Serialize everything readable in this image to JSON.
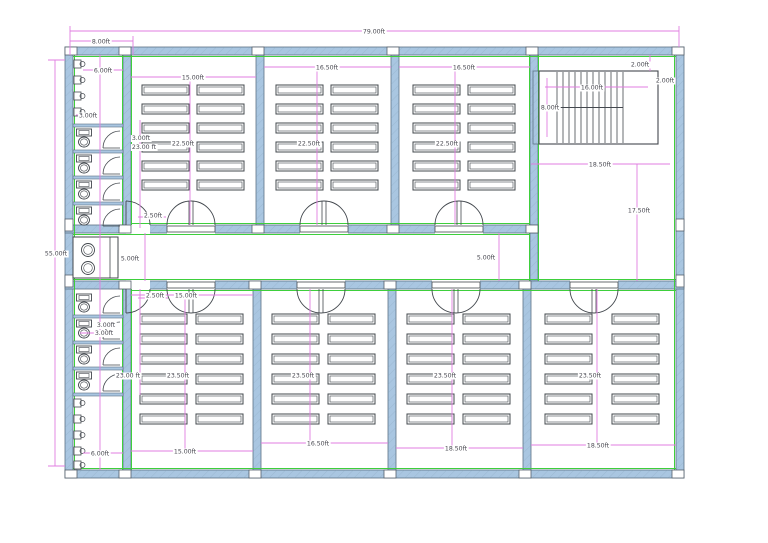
{
  "drawing": {
    "kind": "architectural-floor-plan",
    "unit": "ft"
  },
  "colors": {
    "background": "#ffffff",
    "wall_fill": "#a9c6e1",
    "wall_edge": "#5c7284",
    "dimension_line": "#e07ee0",
    "accent_green": "#3ecf3c",
    "linework": "#43484e",
    "label_text": "#4a4a52"
  },
  "dimensions": {
    "overall_width": "79.00ft",
    "overall_depth": "55.00ft",
    "toilet_top": {
      "block_width": "8.00ft",
      "urinals_width": "6.00ft",
      "urinal_row_depth": "3.00ft",
      "stall_width": "3.00ft",
      "column_height": "23.00 ft",
      "door_width": "2.50ft"
    },
    "top_rooms": [
      {
        "width": "15.00ft",
        "depth": "22.50ft"
      },
      {
        "width": "16.50ft",
        "depth": "22.50ft"
      },
      {
        "width": "16.50ft",
        "depth": "22.50ft"
      }
    ],
    "stairwell": {
      "top_offset": "2.00ft",
      "side_offset": "2.00ft",
      "run_length": "16.00ft",
      "flight_width": "8.00ft"
    },
    "right_room": {
      "width": "18.50ft",
      "depth": "17.50ft"
    },
    "corridor": {
      "width_left": "5.00ft",
      "width_right": "5.00ft"
    },
    "toilet_bottom": {
      "door_width": "2.50ft",
      "stall_width": "3.00ft",
      "stall_depth": "3.00ft",
      "column_height": "23.00 ft",
      "urinals_width": "6.00ft"
    },
    "bottom_rooms": [
      {
        "top_width": "15.00ft",
        "depth": "23.50ft",
        "bottom_width": "15.00ft"
      },
      {
        "depth": "23.50ft",
        "bottom_width": "16.50ft"
      },
      {
        "depth": "23.50ft",
        "bottom_width": "18.50ft"
      },
      {
        "depth": "23.50ft",
        "bottom_width": "18.50ft"
      }
    ]
  }
}
